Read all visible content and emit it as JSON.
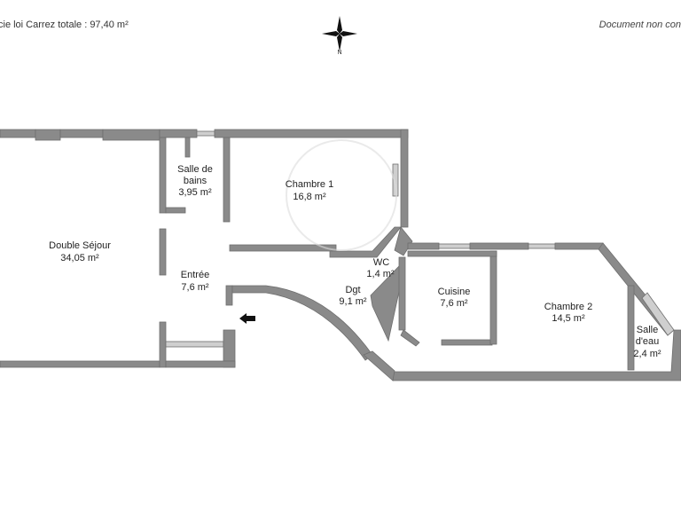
{
  "header": {
    "surface_label": "cie loi Carrez totale :  97,40 m²",
    "disclaimer": "Document non con",
    "compass_letter": "N"
  },
  "rooms": [
    {
      "name": "Double Séjour",
      "area": "34,05 m²"
    },
    {
      "name_lines": [
        "Salle de",
        "bains"
      ],
      "area": "3,95 m²"
    },
    {
      "name": "Chambre 1",
      "area": "16,8 m²"
    },
    {
      "name": "Entrée",
      "area": "7,6 m²"
    },
    {
      "name": "WC",
      "area": "1,4 m²"
    },
    {
      "name": "Dgt",
      "area": "9,1 m²"
    },
    {
      "name": "Cuisine",
      "area": "7,6 m²"
    },
    {
      "name": "Chambre 2",
      "area": "14,5 m²"
    },
    {
      "name_lines": [
        "Salle",
        "d'eau"
      ],
      "area": "2,4 m²"
    }
  ],
  "colors": {
    "wall": "#8a8a8a",
    "wall_stroke": "#6e6e6e",
    "text": "#222222",
    "window": "#cfcfcf"
  },
  "icons": {
    "compass": "compass-rose-icon",
    "entrance": "entrance-arrow-icon",
    "watermark": "watermark-circle-icon"
  }
}
